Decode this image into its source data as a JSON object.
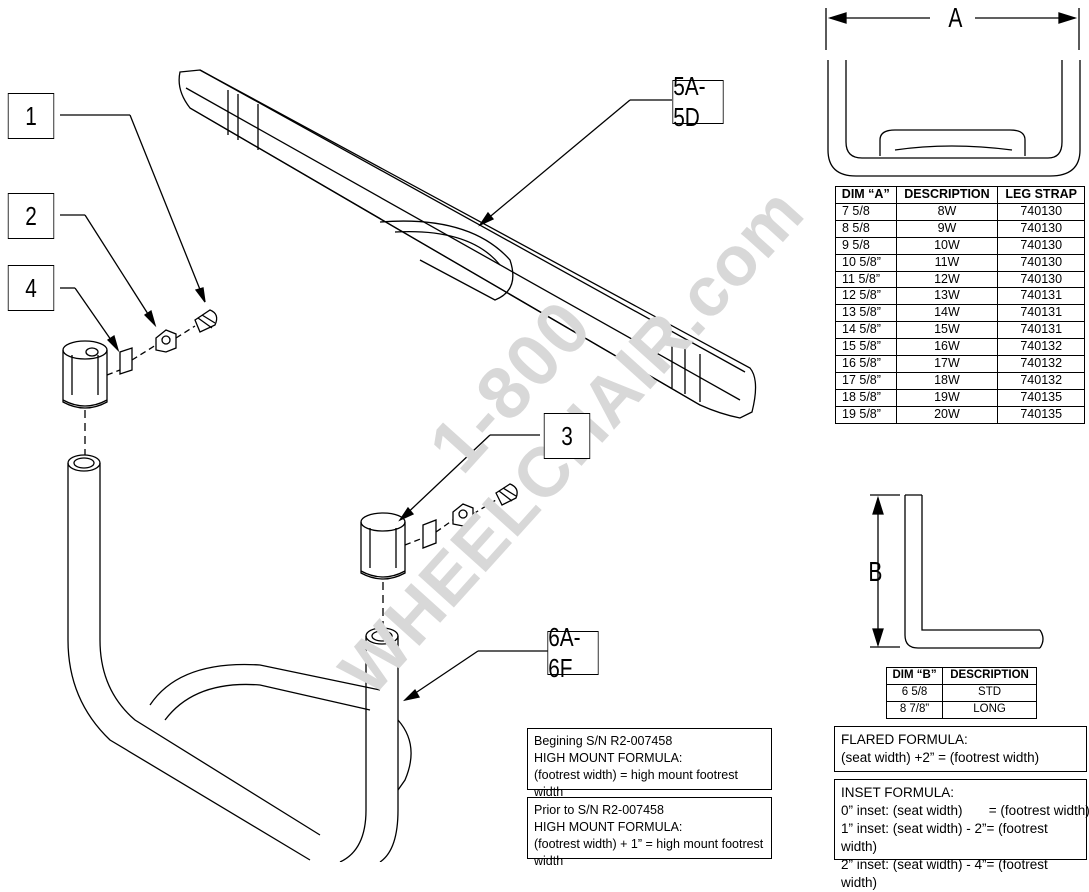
{
  "watermark": {
    "line1": "1-800",
    "line2": "WHEELCHAIR.com"
  },
  "callouts": {
    "c1": "1",
    "c2": "2",
    "c3": "3",
    "c4": "4",
    "c5": "5A-5D",
    "c6": "6A-6F"
  },
  "dim_labels": {
    "a": "A",
    "b": "B"
  },
  "table_a": {
    "headers": [
      "DIM “A”",
      "DESCRIPTION",
      "LEG STRAP"
    ],
    "rows": [
      [
        "7 5/8",
        "8W",
        "740130"
      ],
      [
        "8 5/8",
        "9W",
        "740130"
      ],
      [
        "9 5/8",
        "10W",
        "740130"
      ],
      [
        "10 5/8”",
        "11W",
        "740130"
      ],
      [
        "11 5/8”",
        "12W",
        "740130"
      ],
      [
        "12 5/8”",
        "13W",
        "740131"
      ],
      [
        "13 5/8”",
        "14W",
        "740131"
      ],
      [
        "14 5/8”",
        "15W",
        "740131"
      ],
      [
        "15 5/8”",
        "16W",
        "740132"
      ],
      [
        "16 5/8”",
        "17W",
        "740132"
      ],
      [
        "17 5/8”",
        "18W",
        "740132"
      ],
      [
        "18 5/8”",
        "19W",
        "740135"
      ],
      [
        "19 5/8”",
        "20W",
        "740135"
      ]
    ]
  },
  "table_b": {
    "headers": [
      "DIM “B”",
      "DESCRIPTION"
    ],
    "rows": [
      [
        "6 5/8",
        "STD"
      ],
      [
        "8 7/8”",
        "LONG"
      ]
    ]
  },
  "notes": {
    "begining": {
      "line1": "Begining S/N R2-007458",
      "line2": "HIGH MOUNT FORMULA:",
      "line3": "(footrest width)  = high mount footrest width"
    },
    "prior": {
      "line1": "Prior to S/N R2-007458",
      "line2": "HIGH MOUNT FORMULA:",
      "line3": "(footrest width) + 1” = high mount footrest width"
    },
    "flared": {
      "line1": "FLARED FORMULA:",
      "line2": "(seat width) +2”  = (footrest width)"
    },
    "inset": {
      "line1": "INSET FORMULA:",
      "line2": "0” inset: (seat width)       = (footrest width)",
      "line3": "1” inset: (seat width) - 2”= (footrest width)",
      "line4": "2” inset: (seat width) - 4”= (footrest width)"
    }
  }
}
